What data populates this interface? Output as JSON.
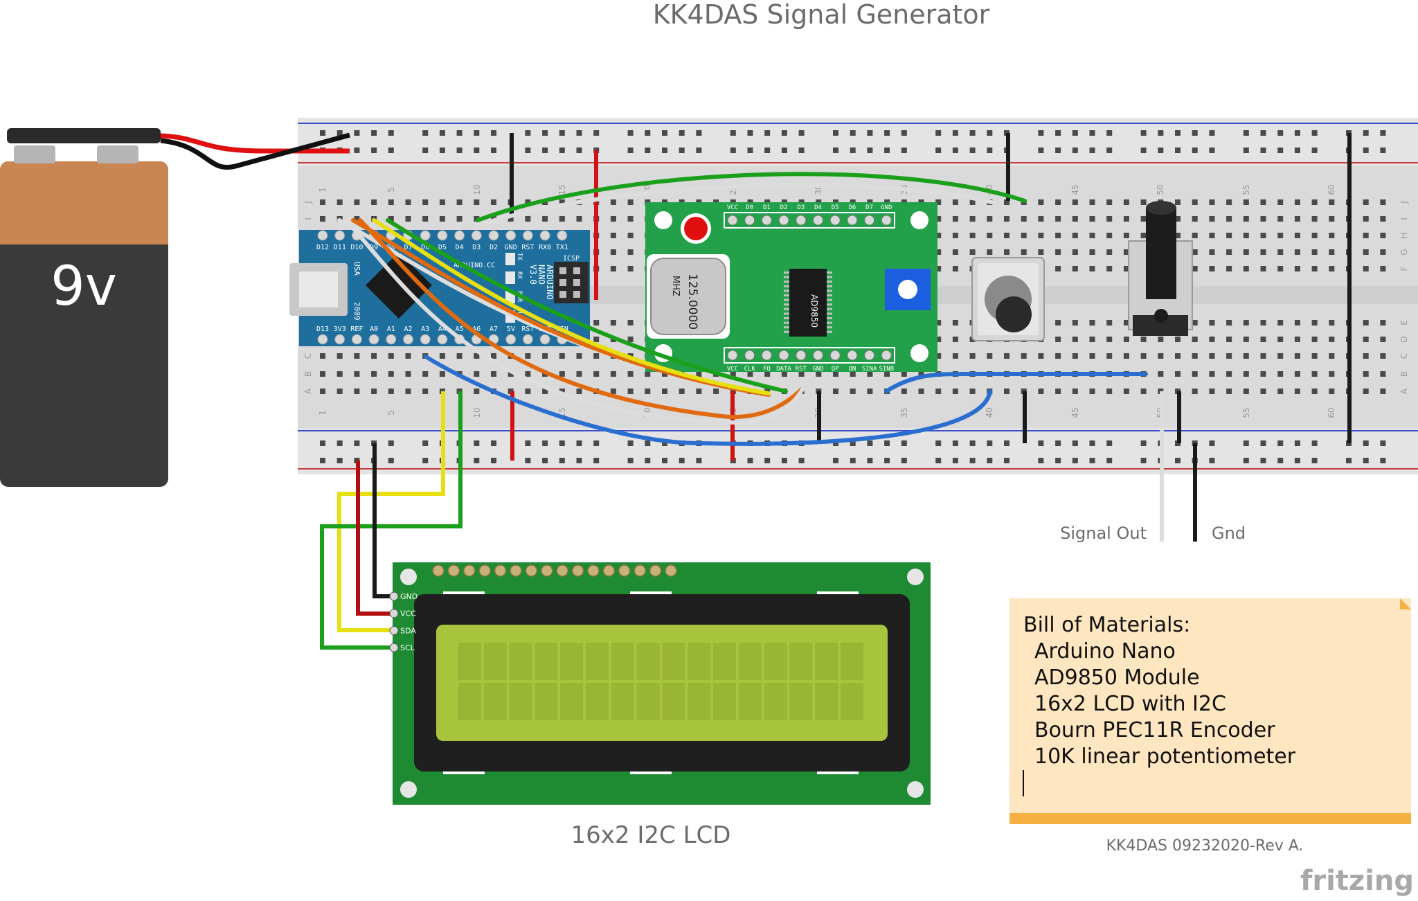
{
  "title": "KK4DAS Signal Generator",
  "battery": {
    "label": "9v"
  },
  "arduino": {
    "top_pins": [
      "D12",
      "D11",
      "D10",
      "D9",
      "D8",
      "D7",
      "D6",
      "D5",
      "D4",
      "D3",
      "D2",
      "GND",
      "RST",
      "RX0",
      "TX1"
    ],
    "bottom_pins": [
      "D13",
      "3V3",
      "REF",
      "A0",
      "A1",
      "A2",
      "A3",
      "A4",
      "A5",
      "A6",
      "A7",
      "5V",
      "RST",
      "GND",
      "VIN"
    ],
    "board_text": [
      "ARDUINO",
      "NANO",
      "V3.0"
    ],
    "site": "ARDUINO.CC",
    "icsp": "ICSP",
    "usb": "USA",
    "year": "2009",
    "side_tx": "TX",
    "side_rx": "RX",
    "side_pwr": "PWR",
    "side_l": "L"
  },
  "ad9850": {
    "top_pins": [
      "VCC",
      "D0",
      "D1",
      "D2",
      "D3",
      "D4",
      "D5",
      "D6",
      "D7",
      "GND"
    ],
    "bottom_pins": [
      "VCC",
      "CLK",
      "FQ",
      "DATA",
      "RST",
      "GND",
      "QP",
      "QN",
      "SINA",
      "SINB"
    ],
    "crystal_line1": "125.0000",
    "crystal_line2": "MHZ",
    "chip": "AD9850"
  },
  "breadboard": {
    "col_numbers": [
      "1",
      "5",
      "10",
      "15",
      "20",
      "25",
      "30",
      "35",
      "40",
      "45",
      "50",
      "55",
      "60"
    ],
    "row_letters_top": [
      "J",
      "I",
      "H",
      "G",
      "F"
    ],
    "row_letters_bottom": [
      "E",
      "D",
      "C",
      "B",
      "A"
    ]
  },
  "lcd": {
    "pins": [
      "GND",
      "VCC",
      "SDA",
      "SCL"
    ],
    "caption": "16x2 I2C LCD"
  },
  "signal_out_label": "Signal Out",
  "gnd_label": "Gnd",
  "bom": {
    "title": "Bill of Materials:",
    "items": [
      "Arduino Nano",
      "AD9850 Module",
      "16x2 LCD with I2C",
      "Bourn  PEC11R Encoder",
      "10K linear potentiometer"
    ]
  },
  "revision": "KK4DAS 09232020-Rev A.",
  "watermark": "fritzing"
}
